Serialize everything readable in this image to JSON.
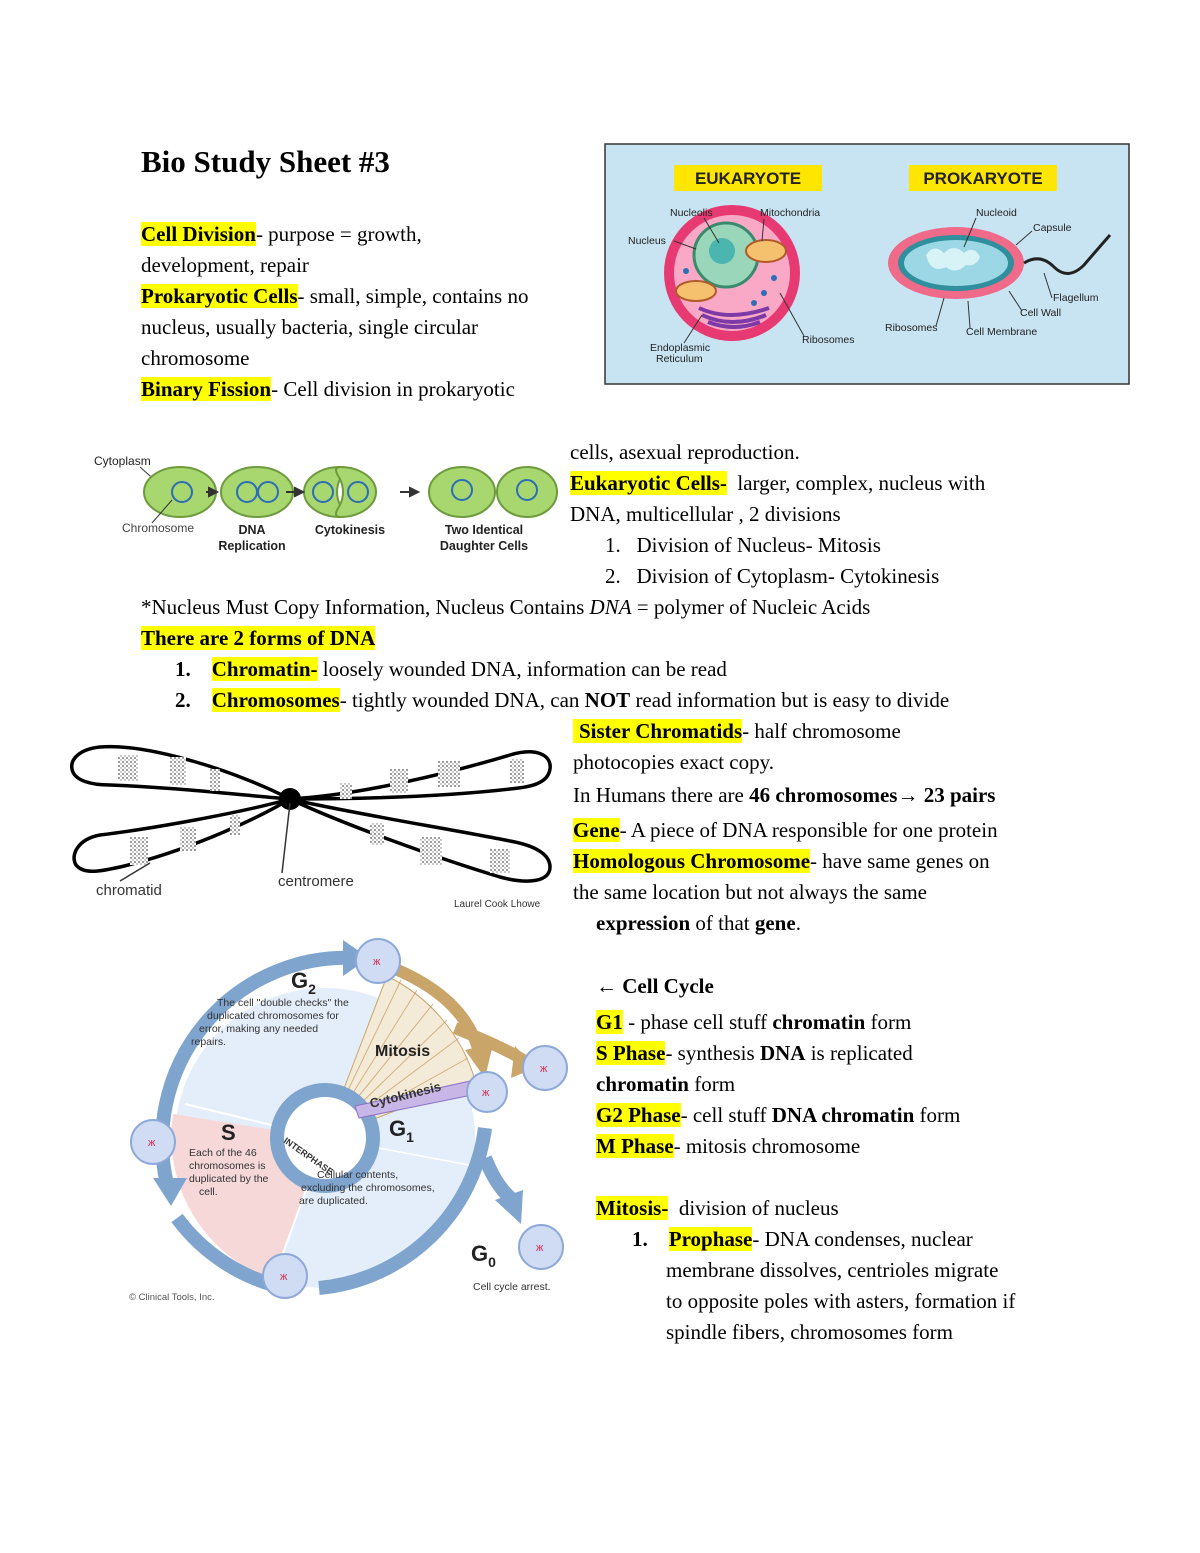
{
  "title": "Bio Study Sheet #3",
  "intro": {
    "cell_division_term": "Cell Division",
    "cell_division_def_1": "- purpose = growth,",
    "cell_division_def_2": "development, repair",
    "prokaryotic_term": "Prokaryotic Cells",
    "prokaryotic_def_1": "- small, simple, contains no",
    "prokaryotic_def_2": "nucleus, usually bacteria, single circular",
    "prokaryotic_def_3": "chromosome",
    "binary_term": "Binary Fission",
    "binary_def_1": "- Cell division in prokaryotic",
    "binary_def_2": "cells, asexual reproduction."
  },
  "eukaryotic": {
    "term": "Eukaryotic Cells-",
    "def_1": "  larger, complex, nucleus with",
    "def_2": "DNA, multicellular , 2 divisions",
    "list": [
      "Division of Nucleus- Mitosis",
      "Division of Cytoplasm- Cytokinesis"
    ]
  },
  "nucleus_note_a": "*Nucleus Must Copy Information, Nucleus Contains ",
  "nucleus_note_dna": "DNA",
  "nucleus_note_b": " = polymer of Nucleic Acids",
  "dna_forms": {
    "heading": "There are 2 forms of DNA",
    "chromatin_term": "Chromatin-",
    "chromatin_def": " loosely wounded DNA, information can be read",
    "chromosomes_term": "Chromosomes",
    "chromosomes_def_a": "- tightly wounded DNA, can ",
    "chromosomes_def_not": "NOT",
    "chromosomes_def_b": " read information but is easy to divide"
  },
  "chromosome_notes": {
    "sister_term": "Sister Chromatids",
    "sister_def_1": "- half chromosome",
    "sister_def_2": "photocopies exact copy.",
    "humans_a": "In Humans there are ",
    "humans_b": "46 chromosomes",
    "humans_arrow": "→",
    "humans_c": " 23 pairs",
    "gene_term": "Gene",
    "gene_def": "- A piece of DNA responsible for one protein",
    "homologous_term": "Homologous Chromosome",
    "homologous_def_1": "- have same genes on",
    "homologous_def_2": "the same location but not always the same",
    "expression_a": "expression",
    "expression_b": " of that ",
    "expression_c": "gene",
    "expression_d": "."
  },
  "cell_cycle": {
    "heading": "← Cell Cycle",
    "g1_term": "G1",
    "g1_def_a": " - phase cell stuff ",
    "g1_def_b": "chromatin",
    "g1_def_c": " form",
    "s_term": "S Phase",
    "s_def_a": "- synthesis ",
    "s_def_b": "DNA",
    "s_def_c": " is replicated",
    "s_def_d": "chromatin",
    "s_def_e": " form",
    "g2_term": "G2 Phase",
    "g2_def_a": "- cell stuff ",
    "g2_def_b": "DNA chromatin",
    "g2_def_c": " form",
    "m_term": "M Phase",
    "m_def": "- mitosis chromosome"
  },
  "mitosis": {
    "term": "Mitosis-",
    "def": "  division of nucleus",
    "prophase_term": "Prophase",
    "prophase_lines": [
      "- DNA condenses, nuclear",
      "membrane dissolves, centrioles migrate",
      "to opposite poles with asters, formation if",
      "spindle fibers, chromosomes form"
    ]
  },
  "figure_cells": {
    "eukaryote": "EUKARYOTE",
    "prokaryote": "PROKARYOTE",
    "nucleolis": "Nucleolis",
    "mitochondria": "Mitochondria",
    "nucleus": "Nucleus",
    "endoplasmic_1": "Endoplasmic",
    "endoplasmic_2": "Reticulum",
    "ribosomes": "Ribosomes",
    "nucleoid": "Nucleoid",
    "capsule": "Capsule",
    "flagellum": "Flagellum",
    "cell_wall": "Cell Wall",
    "ribosomes_p": "Ribosomes",
    "cell_membrane": "Cell Membrane"
  },
  "figure_fission": {
    "cytoplasm": "Cytoplasm",
    "chromosome": "Chromosome",
    "dna_1": "DNA",
    "dna_2": "Replication",
    "cytokinesis": "Cytokinesis",
    "two_1": "Two Identical",
    "two_2": "Daughter Cells"
  },
  "figure_chromosome": {
    "chromatid": "chromatid",
    "centromere": "centromere",
    "credit": "Laurel Cook Lhowe"
  },
  "figure_cycle": {
    "g2": "G",
    "g2_sub": "2",
    "g2_text": [
      "The cell \"double checks\" the",
      "duplicated chromosomes for",
      "error, making any needed",
      "repairs."
    ],
    "mitosis": "Mitosis",
    "cytokinesis": "Cytokinesis",
    "interphase": "INTERPHASE",
    "s": "S",
    "s_text": [
      "Each of the 46",
      "chromosomes is",
      "duplicated by the",
      "cell."
    ],
    "g1": "G",
    "g1_sub": "1",
    "g1_text": [
      "Cellular contents,",
      "excluding the chromosomes,",
      "are duplicated."
    ],
    "g0": "G",
    "g0_sub": "0",
    "g0_text": "Cell cycle arrest.",
    "credit": "© Clinical Tools, Inc."
  },
  "colors": {
    "highlight": "#ffff00",
    "cell_pink": "#f06a8a",
    "cell_green": "#9fd07a",
    "cycle_blue": "#7fa5cf",
    "cycle_tan": "#c9a56a"
  }
}
